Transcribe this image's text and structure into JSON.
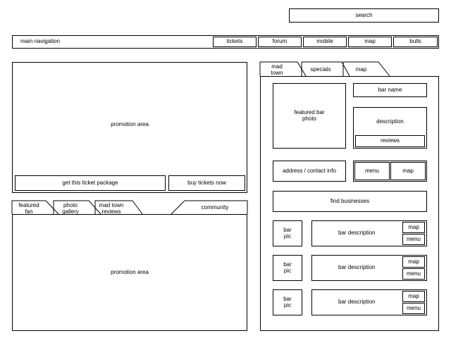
{
  "search": {
    "label": "search"
  },
  "main_nav": {
    "label": "main navigation",
    "items": [
      "tickets",
      "forum",
      "mobile",
      "map",
      "bulls"
    ]
  },
  "left_panel": {
    "promo_top": "promotion area",
    "buttons": {
      "package": "get this ticket package",
      "buy": "buy tickets now"
    },
    "tabs": {
      "featured_fan": "featured\nfan",
      "photo_gallery": "photo\ngallery",
      "mad_town_reviews": "mad town\nreviews",
      "community": "community"
    },
    "promo_bottom": "promotion area"
  },
  "right_panel": {
    "tabs": {
      "mad_town": "mad\ntown",
      "specials": "specials",
      "map": "map"
    },
    "featured_photo": "featured bar\nphoto",
    "bar_name": "bar name",
    "description": "description",
    "reviews": "reviews",
    "address": "address / contact info",
    "menu": "menu",
    "map": "map",
    "find_businesses": "find businesses",
    "bars": [
      {
        "pic": "bar\npic",
        "desc": "bar description",
        "map": "map",
        "menu": "menu"
      },
      {
        "pic": "bar\npic",
        "desc": "bar description",
        "map": "map",
        "menu": "menu"
      },
      {
        "pic": "bar\npic",
        "desc": "bar description",
        "map": "map",
        "menu": "menu"
      }
    ]
  }
}
